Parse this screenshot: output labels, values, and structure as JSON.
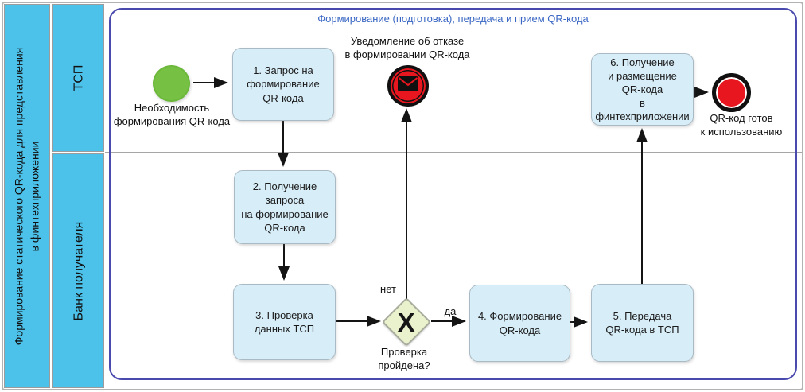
{
  "pool": {
    "title": "Формирование статического QR-кода для представления\nв финтехприложении",
    "lanes": [
      {
        "name": "ТСП"
      },
      {
        "name": "Банк получателя"
      }
    ]
  },
  "process": {
    "title": "Формирование (подготовка), передача и прием QR-кода"
  },
  "start_event": {
    "label": "Необходимость\nформирования QR-кода"
  },
  "message_end_event": {
    "label": "Уведомление об отказе\nв формировании QR-кода",
    "icon": "envelope-icon"
  },
  "end_event": {
    "label": "QR-код готов\nк использованию"
  },
  "tasks": [
    {
      "label": "1. Запрос на\nформирование\nQR-кода"
    },
    {
      "label": "2. Получение запроса\nна формирование\nQR-кода"
    },
    {
      "label": "3. Проверка\nданных ТСП"
    },
    {
      "label": "4. Формирование\nQR-кода"
    },
    {
      "label": "5. Передача\nQR-кода в ТСП"
    },
    {
      "label": "6. Получение\nи размещение\nQR-кода\nв финтехприложении"
    }
  ],
  "gateway": {
    "symbol": "X",
    "label": "Проверка\nпройдена?",
    "branch_no": "нет",
    "branch_yes": "да"
  },
  "colors": {
    "lane_fill": "#4cc2ea",
    "task_fill": "#d7edf8",
    "gateway_fill": "#e9f2cc",
    "start_fill": "#76c144",
    "event_red": "#e8161e",
    "container_border": "#4a4aae",
    "process_title_text": "#3a67c4",
    "divider_gray": "#a6a6a6"
  }
}
